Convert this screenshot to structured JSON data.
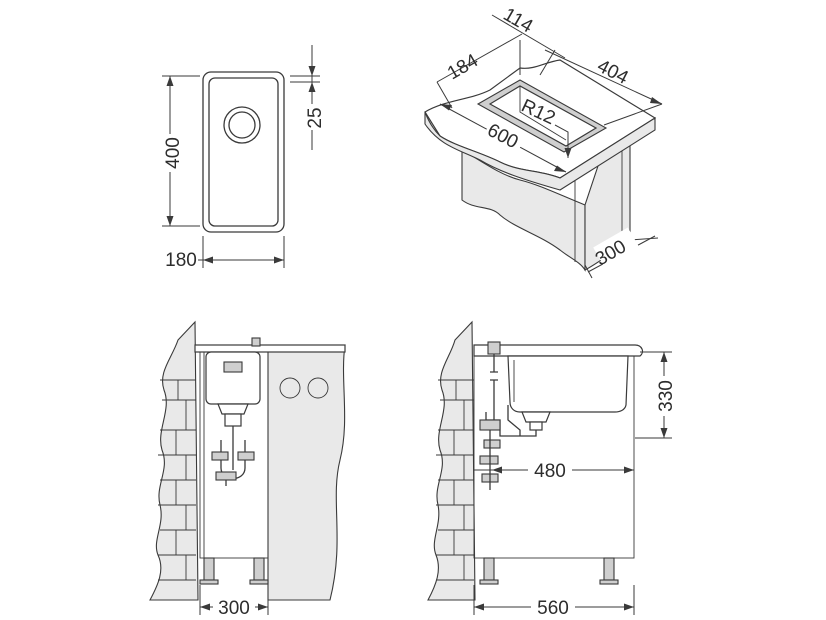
{
  "top_left_view": {
    "width_label": "180",
    "depth_label": "400",
    "drain_offset_label": "25"
  },
  "iso_view": {
    "bowl_width_label": "114",
    "bowl_length_label": "404",
    "inner_width_label": "184",
    "radius_label": "R12",
    "length_label": "600",
    "depth_label": "300"
  },
  "side_left_view": {
    "cabinet_label": "300"
  },
  "side_right_view": {
    "height_label": "330",
    "drain_label": "480",
    "cabinet_label": "560"
  },
  "colors": {
    "line": "#3a3a3a",
    "fill_gray": "#cfcfcf",
    "fill_light": "#e9e9e9"
  }
}
